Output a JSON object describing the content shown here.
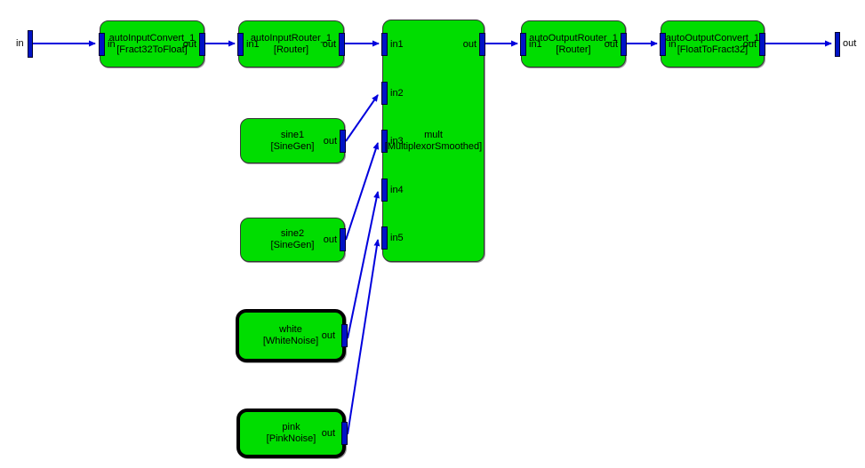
{
  "diagram": {
    "background": "#ffffff",
    "colors": {
      "block_fill": "#00dd00",
      "block_border": "#353535",
      "selected_border": "#000000",
      "port_fill": "#0013c6",
      "wire": "#0000dd",
      "text": "#000000"
    },
    "input_terminal": {
      "label": "in"
    },
    "output_terminal": {
      "label": "out"
    },
    "blocks": {
      "input_convert": {
        "name": "autoInputConvert_1",
        "type": "[Fract32ToFloat]",
        "in_port": "in",
        "out_port": "out",
        "selected": false
      },
      "input_router": {
        "name": "autoInputRouter_1",
        "type": "[Router]",
        "in_port": "in1",
        "out_port": "out",
        "selected": false
      },
      "mult": {
        "name": "mult",
        "type": "[MultiplexorSmoothed]",
        "in_ports": [
          "in1",
          "in2",
          "in3",
          "in4",
          "in5"
        ],
        "out_port": "out",
        "selected": false
      },
      "output_router": {
        "name": "autoOutputRouter_1",
        "type": "[Router]",
        "in_port": "in1",
        "out_port": "out",
        "selected": false
      },
      "output_convert": {
        "name": "autoOutputConvert_1",
        "type": "[FloatToFract32]",
        "in_port": "in",
        "out_port": "out",
        "selected": false
      },
      "sine1": {
        "name": "sine1",
        "type": "[SineGen]",
        "out_port": "out",
        "selected": false
      },
      "sine2": {
        "name": "sine2",
        "type": "[SineGen]",
        "out_port": "out",
        "selected": false
      },
      "white": {
        "name": "white",
        "type": "[WhiteNoise]",
        "out_port": "out",
        "selected": true
      },
      "pink": {
        "name": "pink",
        "type": "[PinkNoise]",
        "out_port": "out",
        "selected": true
      }
    },
    "connections": [
      {
        "from": "in",
        "to": "autoInputConvert_1.in"
      },
      {
        "from": "autoInputConvert_1.out",
        "to": "autoInputRouter_1.in1"
      },
      {
        "from": "autoInputRouter_1.out",
        "to": "mult.in1"
      },
      {
        "from": "mult.out",
        "to": "autoOutputRouter_1.in1"
      },
      {
        "from": "autoOutputRouter_1.out",
        "to": "autoOutputConvert_1.in"
      },
      {
        "from": "autoOutputConvert_1.out",
        "to": "out"
      },
      {
        "from": "sine1.out",
        "to": "mult.in2"
      },
      {
        "from": "sine2.out",
        "to": "mult.in3"
      },
      {
        "from": "white.out",
        "to": "mult.in4"
      },
      {
        "from": "pink.out",
        "to": "mult.in5"
      }
    ]
  }
}
